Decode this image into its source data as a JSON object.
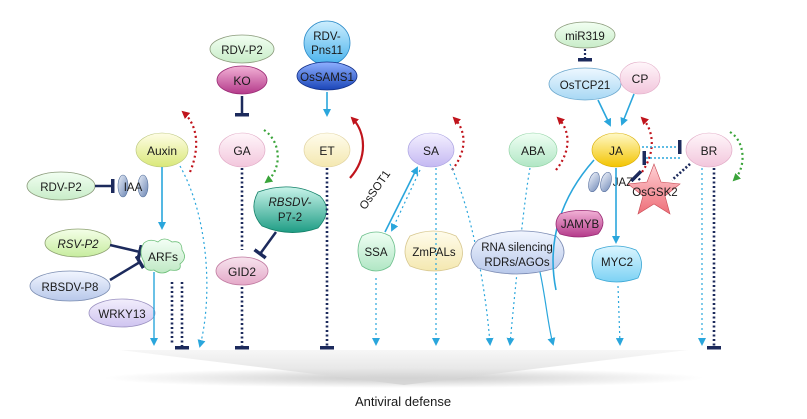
{
  "nodes": {
    "rdv_p2_top": "RDV-P2",
    "ko": "KO",
    "rdv_pns11_line1": "RDV-",
    "rdv_pns11_line2": "Pns11",
    "ossams1": "OsSAMS1",
    "mir319": "miR319",
    "ostcp21": "OsTCP21",
    "cp": "CP",
    "auxin": "Auxin",
    "ga": "GA",
    "et": "ET",
    "sa": "SA",
    "aba": "ABA",
    "ja": "JA",
    "br": "BR",
    "rdv_p2_left": "RDV-P2",
    "iaa": "IAA",
    "rsv_p2": "RSV-P2",
    "arfs": "ARFs",
    "rbsdv_p8": "RBSDV-P8",
    "wrky13": "WRKY13",
    "rbsdv_p7_line1": "RBSDV-",
    "rbsdv_p7_line2": "P7-2",
    "gid2": "GID2",
    "ossot1": "OsSOT1",
    "ssa": "SSA",
    "zmpals": "ZmPALs",
    "rna_line1": "RNA silencing",
    "rna_line2": "RDRs/AGOs",
    "jaz": "JAZ",
    "jamyb": "JAMYB",
    "osgsk2": "OsGSK2",
    "myc2": "MYC2"
  },
  "footer": "Antiviral defense",
  "colors": {
    "blue_arrow": "#2aa6dc",
    "inhibit": "#1c2a5c",
    "red": "#c0141c",
    "green": "#3aa43a"
  }
}
